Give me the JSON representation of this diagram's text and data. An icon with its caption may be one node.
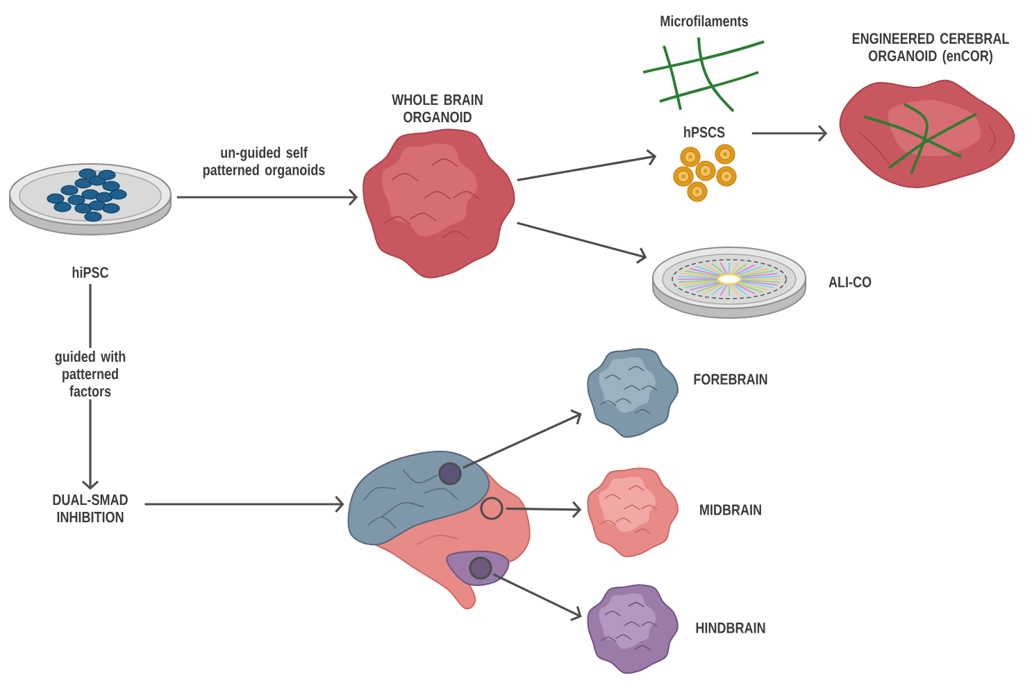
{
  "diagram": {
    "nodes": [
      {
        "text": [
          "hiPSC"
        ]
      },
      {
        "text": [
          "WHOLE BRAIN ORGANOID"
        ]
      },
      {
        "text": [
          "Microfilaments"
        ]
      },
      {
        "text": [
          "hPSCS"
        ]
      },
      {
        "text": [
          "ENGINEERED CEREBRAL ORGANOID (enCOR)"
        ]
      },
      {
        "text": [
          "ALI-CO"
        ]
      },
      {
        "text": [
          "DUAL-SMAD INHIBITION"
        ]
      },
      {
        "text": [],
        "shape": "picture"
      },
      {
        "text": [],
        "shape": "circle",
        "in": 7
      },
      {
        "text": [],
        "shape": "circle",
        "in": 7
      },
      {
        "text": [],
        "shape": "circle",
        "in": 7
      },
      {
        "text": [
          "FOREBRAIN"
        ]
      },
      {
        "text": [
          "MIDBRAIN"
        ]
      },
      {
        "text": [
          "HINDBRAIN"
        ]
      }
    ],
    "edges": [
      {
        "from": 0,
        "to": 1,
        "arrow": "to",
        "label": "un-guided self patterned organoids"
      },
      {
        "from": 1,
        "to": 3,
        "arrow": "to"
      },
      {
        "from": 1,
        "to": 5,
        "arrow": "to"
      },
      {
        "from": 3,
        "to": 4,
        "arrow": "to"
      },
      {
        "from": 0,
        "to": 6,
        "arrow": "to",
        "label": "guided with patterned factors"
      },
      {
        "from": 6,
        "to": 7,
        "arrow": "to"
      },
      {
        "from": 8,
        "to": 11,
        "arrow": "to"
      },
      {
        "from": 9,
        "to": 12,
        "arrow": "to"
      },
      {
        "from": 10,
        "to": 13,
        "arrow": "to"
      }
    ]
  }
}
